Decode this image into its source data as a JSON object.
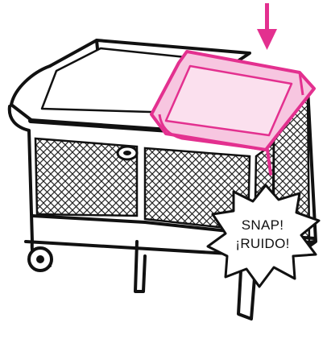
{
  "callout": {
    "line1": "SNAP!",
    "line2": "¡RUIDO!"
  },
  "colors": {
    "accent": "#e3308f",
    "accent_fill": "#f7c6e0",
    "outline": "#111111",
    "mesh": "#222222",
    "background": "#ffffff"
  },
  "icons": {
    "arrow": "down-arrow-icon",
    "burst": "starburst-callout"
  }
}
